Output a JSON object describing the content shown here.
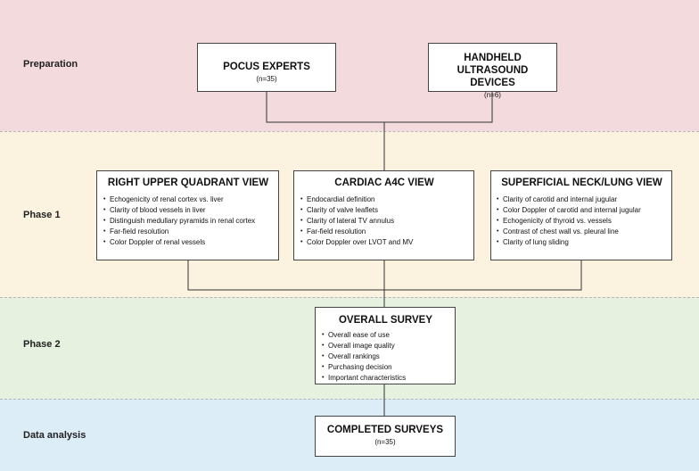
{
  "phases": {
    "preparation": "Preparation",
    "phase1": "Phase 1",
    "phase2": "Phase 2",
    "data_analysis": "Data analysis"
  },
  "preparation": {
    "pocus": {
      "title": "POCUS EXPERTS",
      "sub": "(n=35)"
    },
    "devices": {
      "title_line1": "HANDHELD ULTRASOUND",
      "title_line2": "DEVICES",
      "sub": "(n=6)"
    }
  },
  "phase1": {
    "ruq": {
      "title": "RIGHT UPPER QUADRANT VIEW",
      "items": [
        "Echogenicity of renal cortex vs. liver",
        "Clarity of blood vessels in liver",
        "Distinguish medullary pyramids in renal cortex",
        "Far-field resolution",
        "Color Doppler of renal vessels"
      ]
    },
    "a4c": {
      "title": "CARDIAC A4C VIEW",
      "items": [
        "Endocardial definition",
        "Clarity of valve leaflets",
        "Clarity of lateral TV annulus",
        "Far-field resolution",
        "Color Doppler over LVOT and MV"
      ]
    },
    "neck": {
      "title": "SUPERFICIAL NECK/LUNG VIEW",
      "items": [
        "Clarity of carotid and internal jugular",
        "Color Doppler of carotid and internal jugular",
        "Echogenicity of thyroid vs. vessels",
        "Contrast of chest wall vs. pleural line",
        "Clarity of lung sliding"
      ]
    }
  },
  "phase2": {
    "overall": {
      "title": "OVERALL SURVEY",
      "items": [
        "Overall ease of use",
        "Overall image quality",
        "Overall rankings",
        "Purchasing decision",
        "Important characteristics"
      ]
    }
  },
  "analysis": {
    "completed": {
      "title": "COMPLETED SURVEYS",
      "sub": "(n=35)"
    }
  }
}
